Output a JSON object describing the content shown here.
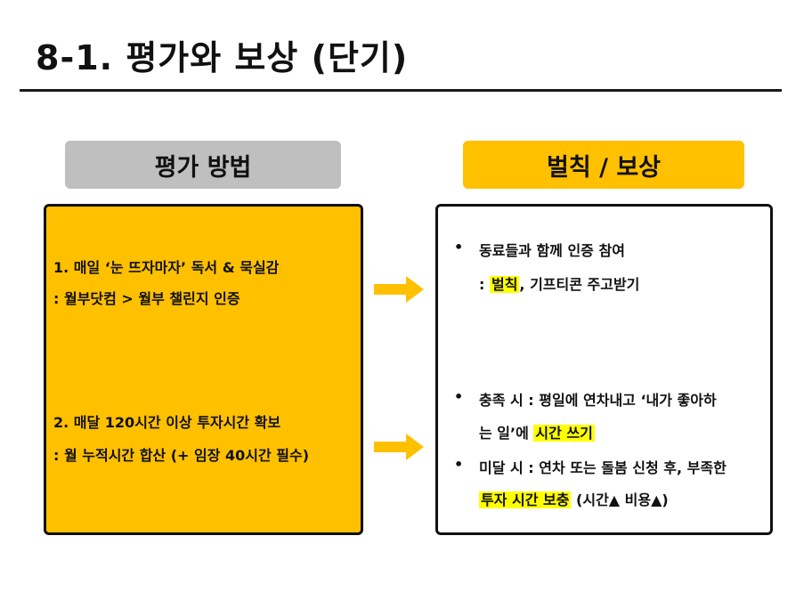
{
  "title": "8-1. 평가와 보상 (단기)",
  "left_header": "평가 방법",
  "right_header": "벌칙 / 보상",
  "left_items": [
    {
      "line1": "1. 매일 ‘눈 뜨자마자’ 독서 & 묵실감",
      "line2": ":   월부닷컴 > 월부 챌린지 인증"
    },
    {
      "line1": "2. 매달 120시간 이상 투자시간 확보",
      "line2": ":   월 누적시간 합산 (+ 임장 40시간 필수)"
    }
  ],
  "right_items": {
    "b1_line1": "동료들과 함께 인증 참여",
    "b1_colon": ": ",
    "b1_hl": "벌칙",
    "b1_rest": ", 기프티콘 주고받기",
    "b2_line1": "충족 시 : 평일에 연차내고 ‘내가 좋아하",
    "b2_line2_pre": "는 일’에 ",
    "b2_hl": "시간 쓰기",
    "b3_line1": "미달 시 : 연차 또는 돌봄 신청 후, 부족한",
    "b3_hl": "투자 시간 보충",
    "b3_rest": " (시간▲ 비용▲)",
    "bullet": "•"
  },
  "colors": {
    "accent": "#ffc000",
    "gray": "#bfbfbf",
    "highlight": "#ffff00"
  }
}
